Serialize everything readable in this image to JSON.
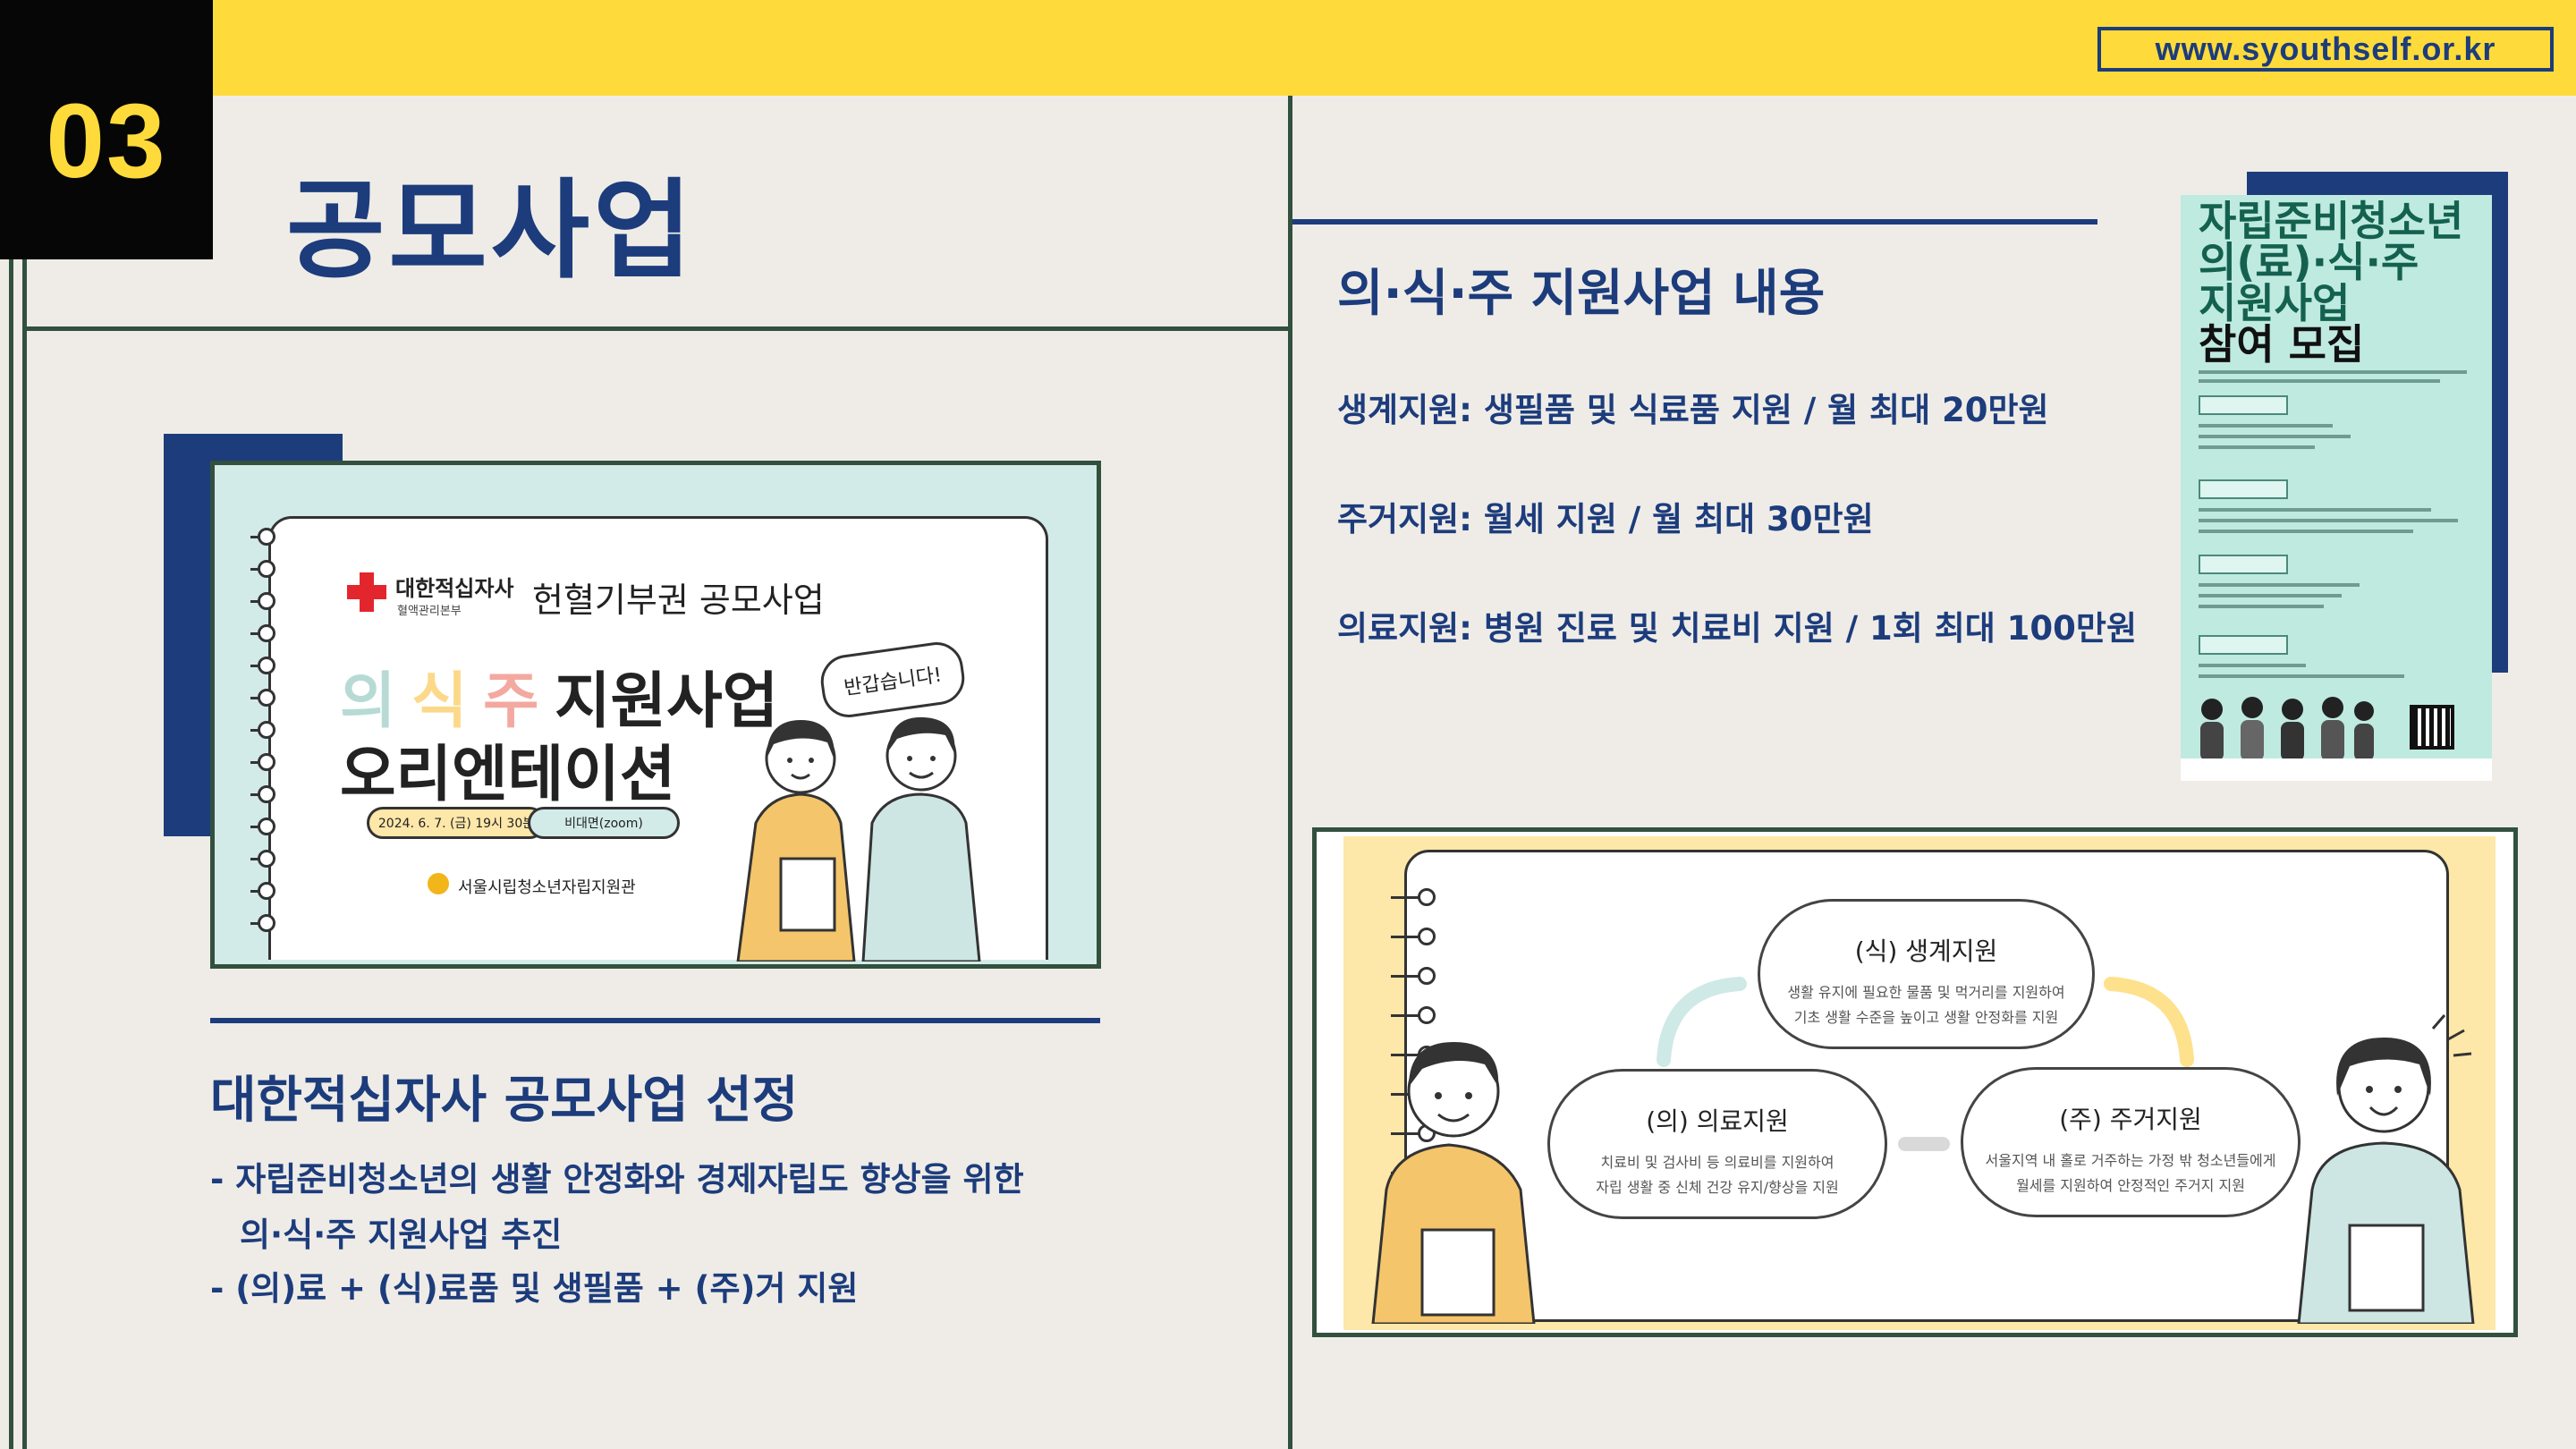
{
  "header": {
    "section_number": "03",
    "url": "www.syouthself.or.kr",
    "page_title": "공모사업"
  },
  "orientation_card": {
    "org_name": "대한적십자사",
    "org_sub": "혈액관리본부",
    "program": "헌혈기부권 공모사업",
    "title_chars": [
      "의",
      "식",
      "주"
    ],
    "title_rest": "지원사업",
    "title_line2": "오리엔테이션",
    "speech": "반갑습니다!",
    "date_pill": "2024. 6. 7. (금) 19시 30분",
    "mode_pill": "비대면(zoom)",
    "host": "서울시립청소년자립지원관"
  },
  "selection": {
    "title": "대한적십자사 공모사업 선정",
    "lines": [
      "- 자립준비청소년의 생활 안정화와 경제자립도 향상을 위한",
      "의·식·주 지원사업 추진",
      "- (의)료 + (식)료품 및 생필품 + (주)거 지원"
    ]
  },
  "support": {
    "title": "의·식·주 지원사업  내용",
    "items": [
      "생계지원: 생필품 및 식료품 지원 / 월 최대 20만원",
      "주거지원: 월세 지원 / 월 최대 30만원",
      "의료지원: 병원 진료 및 치료비 지원 / 1회 최대 100만원"
    ]
  },
  "poster": {
    "lines": [
      "자립준비청소년",
      "의(료)·식·주",
      "지원사업",
      "참여 모집"
    ]
  },
  "diagram": {
    "food": {
      "title": "(식) 생계지원",
      "desc1": "생활 유지에 필요한 물품 및 먹거리를 지원하여",
      "desc2": "기초 생활 수준을 높이고 생활 안정화를 지원"
    },
    "medical": {
      "title": "(의) 의료지원",
      "desc1": "치료비 및 검사비 등 의료비를 지원하여",
      "desc2": "자립 생활 중 신체 건강 유지/향상을 지원"
    },
    "housing": {
      "title": "(주) 주거지원",
      "desc1": "서울지역 내 홀로 거주하는 가정 밖 청소년들에게",
      "desc2": "월세를 지원하여 안정적인 주거지 지원"
    }
  },
  "colors": {
    "navy": "#1c3c7c",
    "yellow": "#fedb3a",
    "mint": "#d2ebe8",
    "cream": "#fde7a9",
    "red": "#e3262e"
  }
}
